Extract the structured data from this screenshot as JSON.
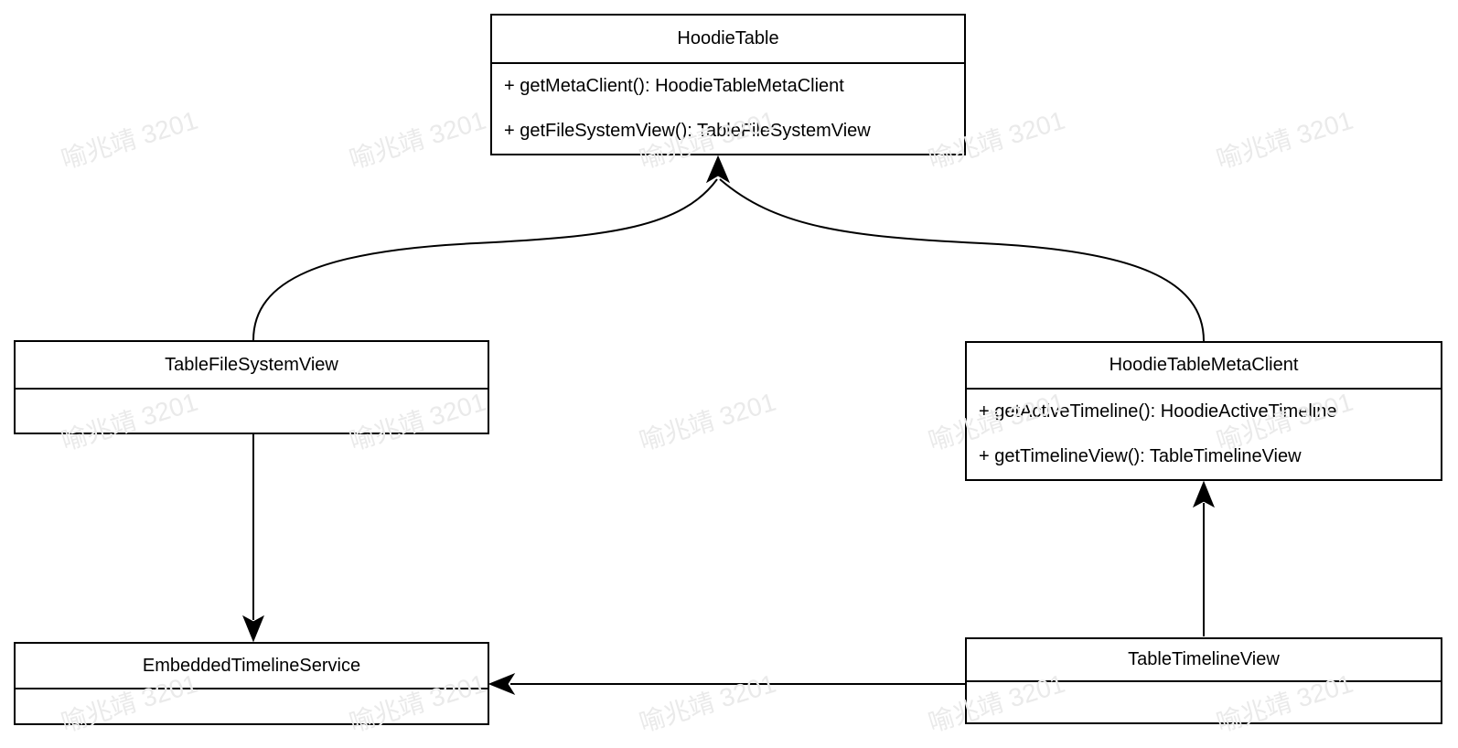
{
  "diagram": {
    "classes": {
      "hoodie_table": {
        "name": "HoodieTable",
        "methods": [
          "+ getMetaClient(): HoodieTableMetaClient",
          "+ getFileSystemView(): TableFileSystemView"
        ]
      },
      "table_file_system_view": {
        "name": "TableFileSystemView",
        "methods": []
      },
      "hoodie_table_meta_client": {
        "name": "HoodieTableMetaClient",
        "methods": [
          "+ getActiveTimeline(): HoodieActiveTimeline",
          "+ getTimelineView(): TableTimelineView"
        ]
      },
      "embedded_timeline_service": {
        "name": "EmbeddedTimelineService",
        "methods": []
      },
      "table_timeline_view": {
        "name": "TableTimelineView",
        "methods": []
      }
    },
    "relations": [
      "TableFileSystemView -> HoodieTable",
      "HoodieTableMetaClient -> HoodieTable",
      "TableFileSystemView -> EmbeddedTimelineService",
      "TableTimelineView -> HoodieTableMetaClient",
      "TableTimelineView -> EmbeddedTimelineService"
    ],
    "watermark": {
      "text": "喻兆靖 3201",
      "color": "#eaeaea"
    },
    "line_color": "#000000",
    "background": "#ffffff"
  }
}
